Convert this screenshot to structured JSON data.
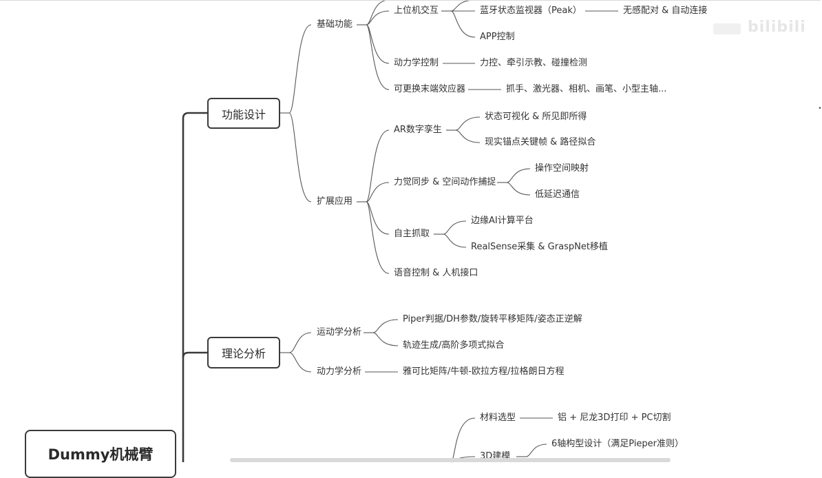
{
  "mindmap": {
    "root": "Dummy机械臂",
    "func_design": {
      "label": "功能设计",
      "basic": {
        "label": "基础功能",
        "host": "上位机交互",
        "bt_monitor": "蓝牙状态监视器（Peak）",
        "bt_detail": "无感配对 & 自动连接",
        "app": "APP控制",
        "dynamics": "动力学控制",
        "dynamics_detail": "力控、牵引示教、碰撞检测",
        "effector": "可更换末端效应器",
        "effector_detail": "抓手、激光器、相机、画笔、小型主轴..."
      },
      "ext": {
        "label": "扩展应用",
        "ar": "AR数字孪生",
        "ar_1": "状态可视化 & 所见即所得",
        "ar_2": "现实锚点关键帧 & 路径拟合",
        "force": "力觉同步 & 空间动作捕捉",
        "force_1": "操作空间映射",
        "force_2": "低延迟通信",
        "grasp": "自主抓取",
        "grasp_1": "边缘AI计算平台",
        "grasp_2": "RealSense采集 & GraspNet移植",
        "voice": "语音控制 & 人机接口"
      }
    },
    "theory": {
      "label": "理论分析",
      "kinematics": "运动学分析",
      "kin_1": "Piper判据/DH参数/旋转平移矩阵/姿态正逆解",
      "kin_2": "轨迹生成/高阶多项式拟合",
      "dyn": "动力学分析",
      "dyn_1": "雅可比矩阵/牛顿-欧拉方程/拉格朗日方程"
    },
    "hardware": {
      "material": "材料选型",
      "material_1": "铝 + 尼龙3D打印 + PC切割",
      "model": "3D建模",
      "model_1": "6轴构型设计（满足Pieper准则）"
    }
  },
  "watermark": "bilibili"
}
